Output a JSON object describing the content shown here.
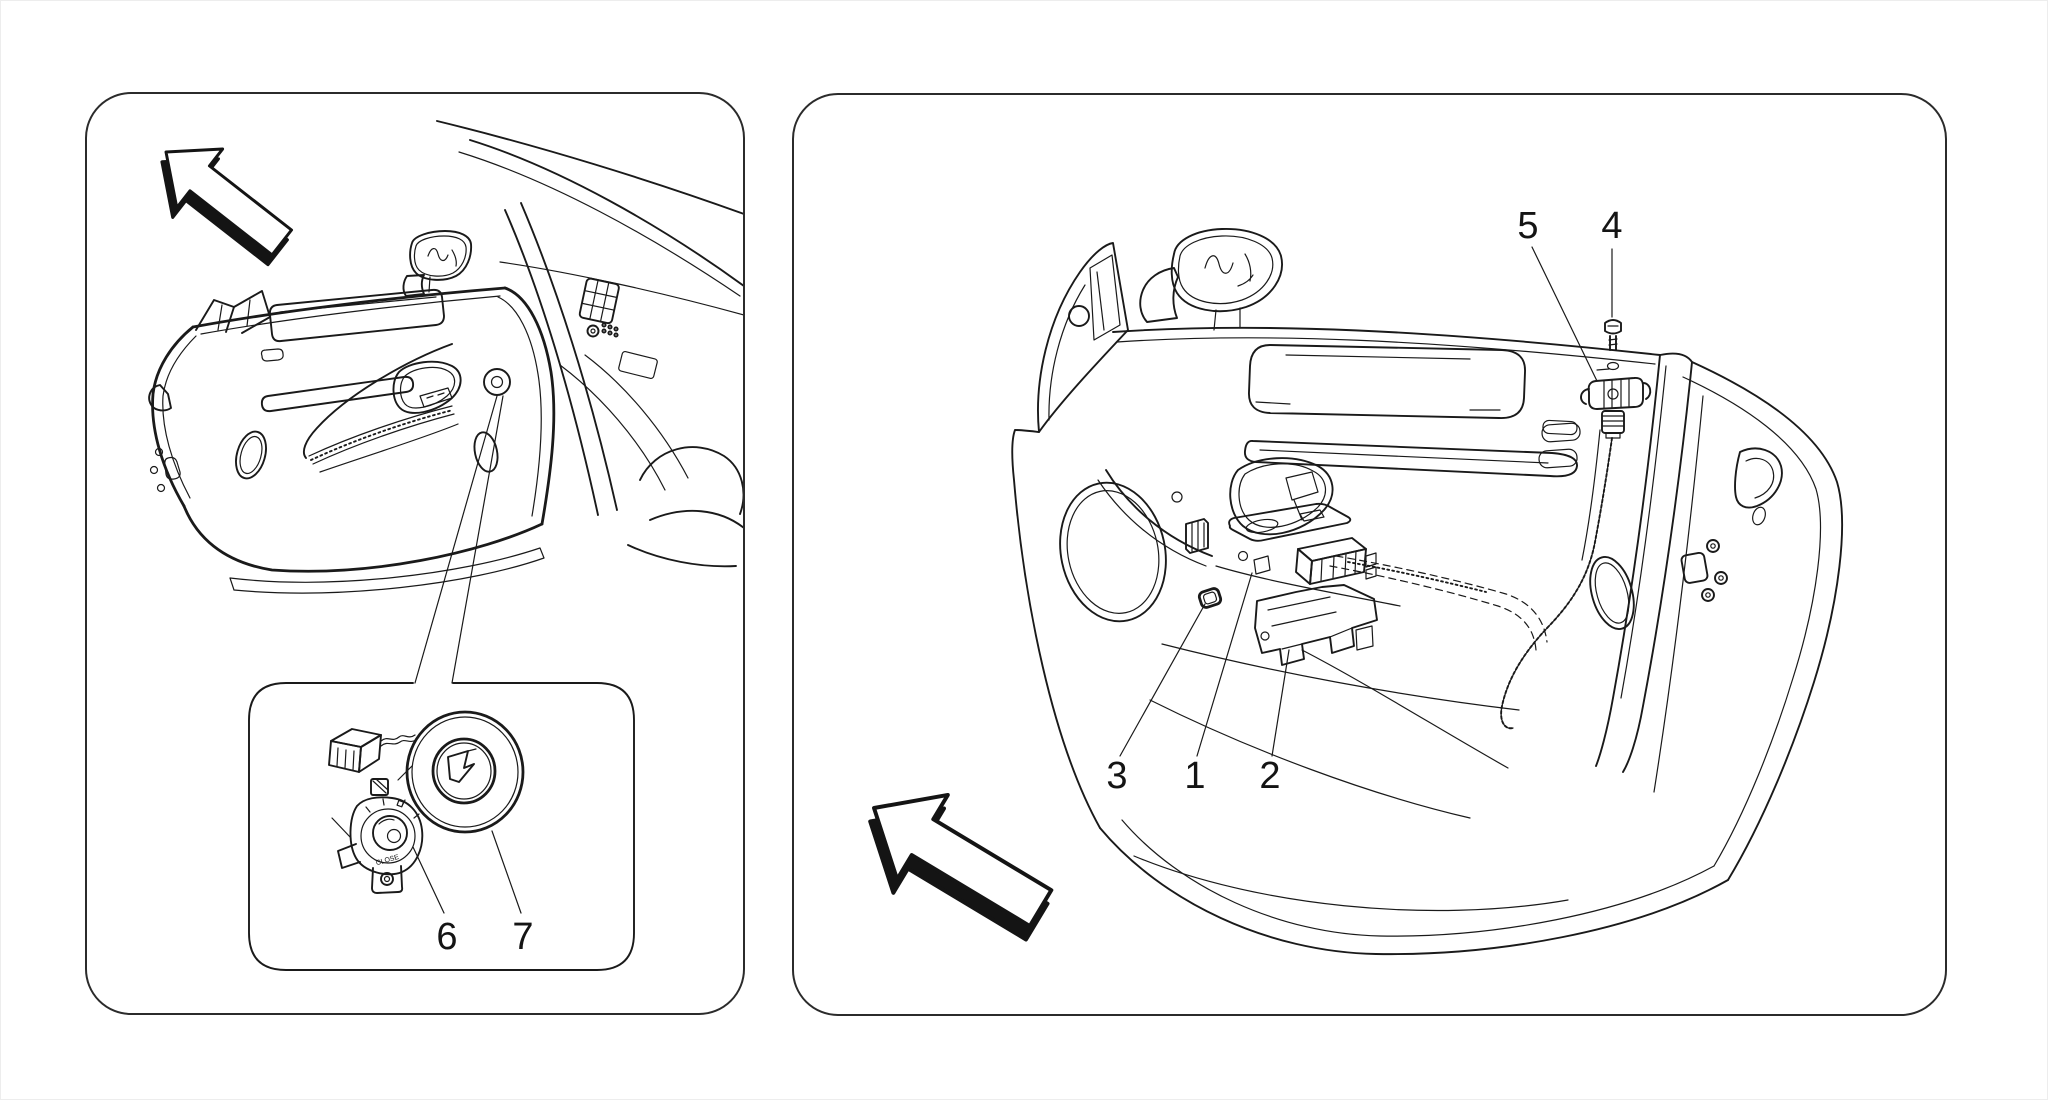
{
  "colors": {
    "background": "#ffffff",
    "line": "#1a1a1a",
    "label_text": "#141414"
  },
  "panels": {
    "left": {
      "part_labels": [
        {
          "text": "6"
        },
        {
          "text": "7"
        }
      ],
      "switch_marking": "CLOSE"
    },
    "right": {
      "part_labels": [
        {
          "text": "3"
        },
        {
          "text": "1"
        },
        {
          "text": "2"
        },
        {
          "text": "5"
        },
        {
          "text": "4"
        }
      ]
    }
  }
}
